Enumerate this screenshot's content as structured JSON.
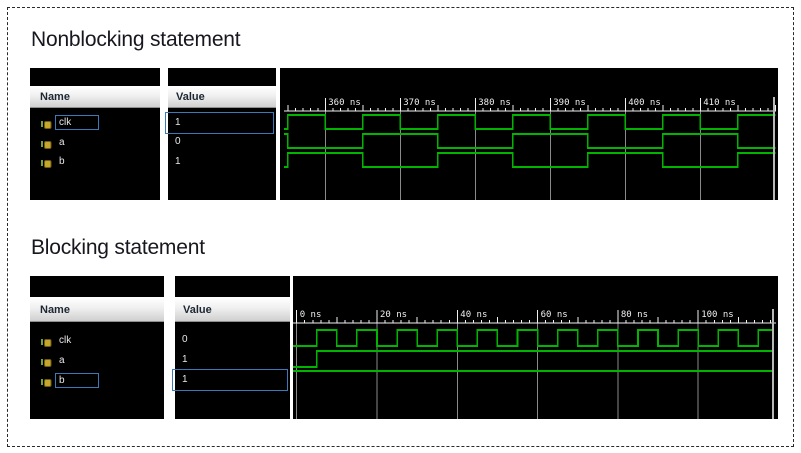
{
  "colors": {
    "selection_blue": "#3a7ab8",
    "signal_green": "#00b400",
    "gridline_gray": "#8a8a8a",
    "axis_white": "#f0f0f0",
    "icon_yellow": "#c7a62c",
    "panel_black": "#000000"
  },
  "sections": [
    {
      "title": "Nonblocking statement",
      "table": {
        "headers": [
          "Name",
          "Value"
        ],
        "rows": [
          {
            "name": "clk",
            "value": "1",
            "selected": true
          },
          {
            "name": "a",
            "value": "0",
            "selected": false
          },
          {
            "name": "b",
            "value": "1",
            "selected": false
          }
        ]
      },
      "wave": {
        "unit": "ns",
        "time_start": 354.5,
        "time_end": 420,
        "major_ticks": [
          {
            "t": 360,
            "label": "360 ns"
          },
          {
            "t": 370,
            "label": "370 ns"
          },
          {
            "t": 380,
            "label": "380 ns"
          },
          {
            "t": 390,
            "label": "390 ns"
          },
          {
            "t": 400,
            "label": "400 ns"
          },
          {
            "t": 410,
            "label": "410 ns"
          }
        ],
        "signals": [
          {
            "name": "clk",
            "initial": 0,
            "toggles": [
              355,
              360,
              365,
              370,
              375,
              380,
              385,
              390,
              395,
              400,
              405,
              410,
              415
            ]
          },
          {
            "name": "a",
            "initial": 1,
            "toggles": [
              355,
              365,
              375,
              385,
              395,
              405,
              415
            ]
          },
          {
            "name": "b",
            "initial": 0,
            "toggles": [
              355,
              365,
              375,
              385,
              395,
              405,
              415
            ]
          }
        ]
      }
    },
    {
      "title": "Blocking statement",
      "table": {
        "headers": [
          "Name",
          "Value"
        ],
        "rows": [
          {
            "name": "clk",
            "value": "0",
            "selected": false
          },
          {
            "name": "a",
            "value": "1",
            "selected": false
          },
          {
            "name": "b",
            "value": "1",
            "selected": true
          }
        ]
      },
      "wave": {
        "unit": "ns",
        "time_start": -0.9,
        "time_end": 118.7,
        "major_ticks": [
          {
            "t": 0,
            "label": "0 ns"
          },
          {
            "t": 20,
            "label": "20 ns"
          },
          {
            "t": 40,
            "label": "40 ns"
          },
          {
            "t": 60,
            "label": "60 ns"
          },
          {
            "t": 80,
            "label": "80 ns"
          },
          {
            "t": 100,
            "label": "100 ns"
          }
        ],
        "signals": [
          {
            "name": "clk",
            "initial": 0,
            "toggles": [
              5,
              10,
              15,
              20,
              25,
              30,
              35,
              40,
              45,
              50,
              55,
              60,
              65,
              70,
              75,
              80,
              85,
              90,
              95,
              100,
              105,
              110,
              115
            ]
          },
          {
            "name": "a",
            "initial": 0,
            "toggles": [
              5
            ]
          },
          {
            "name": "b",
            "initial": 1,
            "toggles": []
          }
        ]
      }
    }
  ]
}
